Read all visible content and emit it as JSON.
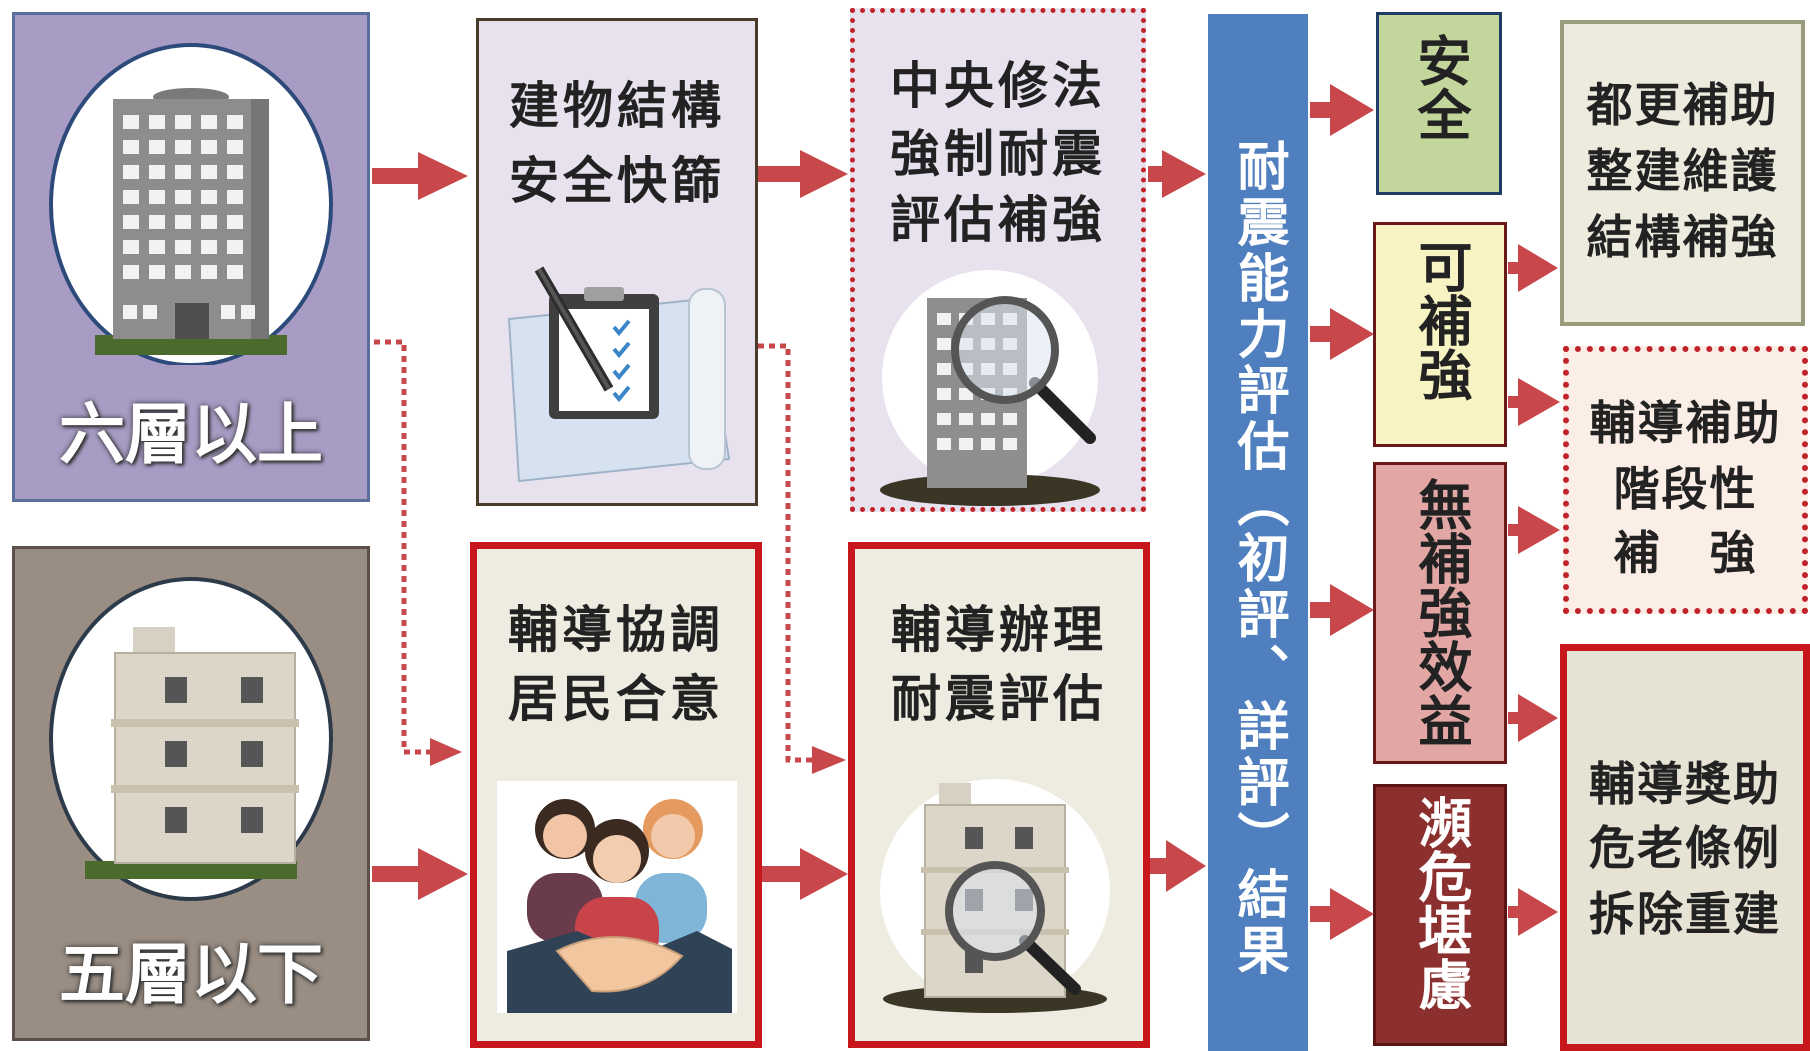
{
  "sources": {
    "six_floor": "六層以上",
    "five_floor": "五層以下"
  },
  "steps": {
    "quick_screen": [
      "建物結構",
      "安全快篩"
    ],
    "central_law": [
      "中央修法",
      "強制耐震",
      "評估補強"
    ],
    "coordinate": [
      "輔導協調",
      "居民合意"
    ],
    "handle_eval": [
      "輔導辦理",
      "耐震評估"
    ]
  },
  "assessment": {
    "label": "耐震能力評估（初評、詳評）結果"
  },
  "results": {
    "safe": "安全",
    "reinforceable": "可補強",
    "no_benefit": "無補強效益",
    "dangerous": "瀕危堪慮"
  },
  "outcomes": {
    "urban_renewal": [
      "都更補助",
      "整建維護",
      "結構補強"
    ],
    "staged": [
      "輔導補助",
      "階段性",
      "補　強"
    ],
    "rebuild": [
      "輔導獎助",
      "危老條例",
      "拆除重建"
    ]
  },
  "colors": {
    "arrow": "#c8474a",
    "six_box": "#a89cc4",
    "five_box": "#9a8e84",
    "assessment": "#4f7fbe",
    "safe": "#c3d69b",
    "reinforceable": "#f7f3c2",
    "no_benefit": "#e2a7a4",
    "dangerous": "#8c2f2f"
  }
}
